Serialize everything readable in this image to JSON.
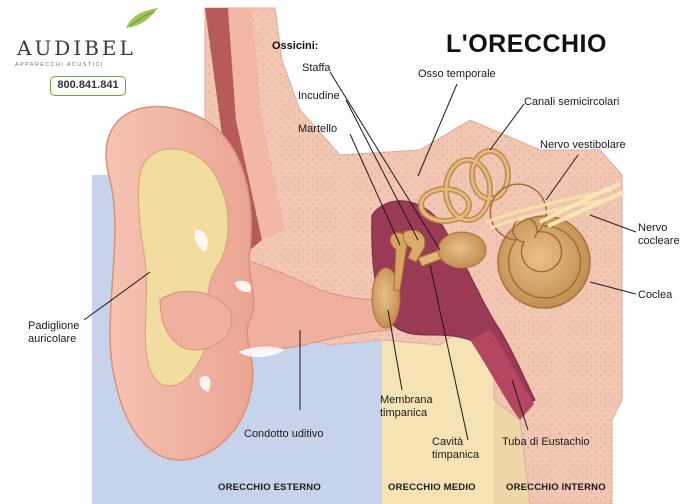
{
  "title": "L'ORECCHIO",
  "brand": {
    "name": "AUDIBEL",
    "tagline": "APPARECCHI ACUSTICI",
    "phone": "800.841.841"
  },
  "group_label": "Ossicini:",
  "labels": {
    "staffa": "Staffa",
    "incudine": "Incudine",
    "martello": "Martello",
    "osso_temporale": "Osso temporale",
    "canali": "Canali semicircolari",
    "nervo_vestibolare": "Nervo vestibolare",
    "nervo_cocleare": "Nervo\ncocleare",
    "coclea": "Coclea",
    "padiglione": "Padiglione\nauricolare",
    "condotto": "Condotto uditivo",
    "membrana": "Membrana\ntimpanica",
    "cavita": "Cavità\ntimpanica",
    "tuba": "Tuba di Eustachio"
  },
  "zones": {
    "esterno": "ORECCHIO ESTERNO",
    "medio": "ORECCHIO MEDIO",
    "interno": "ORECCHIO INTERNO"
  },
  "colors": {
    "outer_bg": "#c7d3ea",
    "middle_bg": "#f5e3b6",
    "inner_bg": "#efd6a8",
    "skin": "#f2b7a5",
    "bone": "#f1c9b4",
    "cartilage": "#f3dca0",
    "cavity": "#9a3a55",
    "shell": "#d7a462",
    "logo_green": "#6da33a"
  }
}
